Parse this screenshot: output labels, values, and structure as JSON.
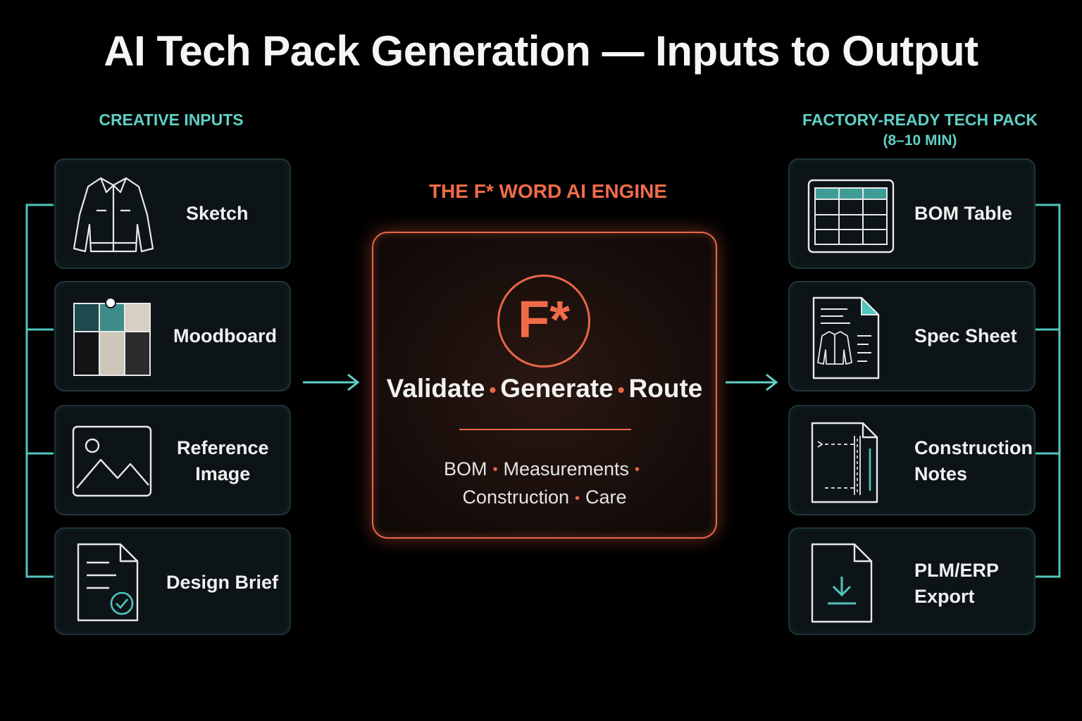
{
  "title": "AI Tech Pack Generation — Inputs to Output",
  "inputs": {
    "heading": "CREATIVE INPUTS",
    "items": [
      {
        "label": "Sketch",
        "icon": "jacket-sketch-icon"
      },
      {
        "label": "Moodboard",
        "icon": "moodboard-swatches-icon"
      },
      {
        "label": "Reference\nImage",
        "icon": "image-icon"
      },
      {
        "label": "Design Brief",
        "icon": "document-check-icon"
      }
    ]
  },
  "engine": {
    "heading": "THE F* WORD AI ENGINE",
    "logo": "F*",
    "verbs": [
      "Validate",
      "Generate",
      "Route"
    ],
    "outputs_line1": [
      "BOM",
      "Measurements"
    ],
    "outputs_line2": [
      "Construction",
      "Care"
    ]
  },
  "outputs": {
    "heading_line1": "FACTORY-READY TECH PACK",
    "heading_line2": "(8–10 MIN)",
    "items": [
      {
        "label": "BOM Table",
        "icon": "table-icon"
      },
      {
        "label": "Spec Sheet",
        "icon": "spec-sheet-icon"
      },
      {
        "label": "Construction\nNotes",
        "icon": "construction-notes-icon"
      },
      {
        "label": "PLM/ERP\nExport",
        "icon": "download-file-icon"
      }
    ]
  },
  "colors": {
    "background": "#000000",
    "accent_teal": "#5fd0c6",
    "accent_orange": "#e9674a",
    "card_bg": "#0d1417",
    "card_border": "#1f3438"
  }
}
